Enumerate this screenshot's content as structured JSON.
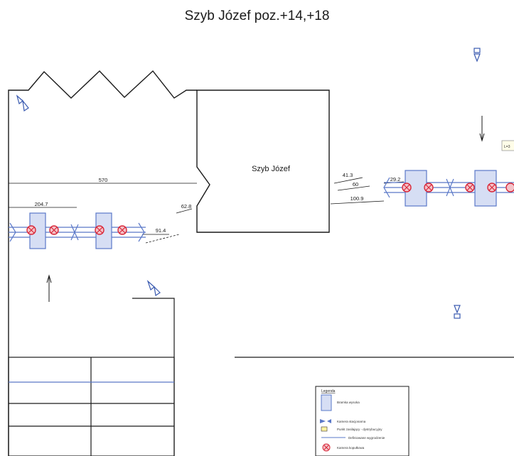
{
  "title": "Szyb Józef poz.+14,+18",
  "shaft_label": "Szyb Józef",
  "dimensions": {
    "d570": "570",
    "d204_7": "204.7",
    "d91_4": "91.4",
    "d62_8": "62.8",
    "d41_3": "41.3",
    "d60": "60",
    "d29_2": "29.2",
    "d100_9": "100.9"
  },
  "edge_label": "L=3",
  "legend": {
    "heading": "Legenda",
    "items": [
      {
        "icon": "wagon-icon",
        "text": "Bramka wysoka"
      },
      {
        "icon": "camera-icon",
        "text": "Kamera stacjonarna"
      },
      {
        "icon": "point-icon",
        "text": "Punkt zasilający - dystrybucyjny"
      },
      {
        "icon": "line-icon",
        "text": "Definiowane wygrodzenie"
      },
      {
        "icon": "circle-cross-icon",
        "text": "Kamera kopułkowa"
      }
    ]
  },
  "colors": {
    "line": "#1a1a1a",
    "track_blue": "#5a78c8",
    "marker_red": "#d8283a",
    "frame_fill": "#d6def4"
  }
}
